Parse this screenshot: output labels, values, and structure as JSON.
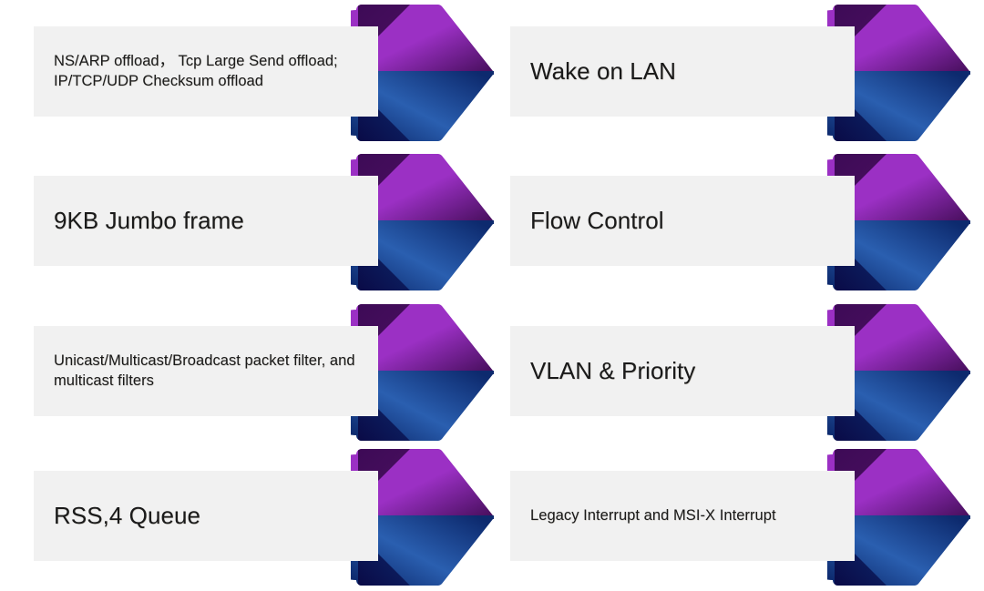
{
  "slide": {
    "title": "",
    "layout": "two-column-chevron-list",
    "rows": 4,
    "columns": 2,
    "background_color": "#ffffff"
  },
  "style": {
    "plate_fill": "#f1f1f1",
    "text_color": "#1a1a1a",
    "chevron_purple_light": "#9b30c4",
    "chevron_purple_dark": "#4a1060",
    "chevron_purple_corner": "#3d0a56",
    "chevron_blue_light": "#2a5fb0",
    "chevron_blue_dark": "#0d2a6e",
    "chevron_navy_corner": "#0a0a46"
  },
  "items": [
    {
      "id": "ns-arp-offload",
      "name": "offload-features",
      "label": "NS/ARP offload， Tcp Large Send offload; IP/TCP/UDP Checksum offload",
      "size": "small",
      "column": "left",
      "row": 0,
      "icon": "chevron-right-icon"
    },
    {
      "id": "wake-on-lan",
      "name": "wake-on-lan",
      "label": "Wake on LAN",
      "size": "big",
      "column": "right",
      "row": 0,
      "icon": "chevron-right-icon"
    },
    {
      "id": "jumbo-frame",
      "name": "jumbo-frame",
      "label": "9KB Jumbo frame",
      "size": "big",
      "column": "left",
      "row": 1,
      "icon": "chevron-right-icon"
    },
    {
      "id": "flow-control",
      "name": "flow-control",
      "label": "Flow Control",
      "size": "big",
      "column": "right",
      "row": 1,
      "icon": "chevron-right-icon"
    },
    {
      "id": "packet-filters",
      "name": "packet-filters",
      "label": "Unicast/Multicast/Broadcast packet filter, and multicast filters",
      "size": "small",
      "column": "left",
      "row": 2,
      "icon": "chevron-right-icon"
    },
    {
      "id": "vlan-priority",
      "name": "vlan-priority",
      "label": "VLAN & Priority",
      "size": "big",
      "column": "right",
      "row": 2,
      "icon": "chevron-right-icon"
    },
    {
      "id": "rss-4-queue",
      "name": "rss-queue",
      "label": "RSS,4 Queue",
      "size": "big",
      "column": "left",
      "row": 3,
      "icon": "chevron-right-icon"
    },
    {
      "id": "interrupts",
      "name": "interrupt-modes",
      "label": "Legacy Interrupt and MSI-X Interrupt",
      "size": "small",
      "column": "right",
      "row": 3,
      "icon": "chevron-right-icon"
    }
  ]
}
